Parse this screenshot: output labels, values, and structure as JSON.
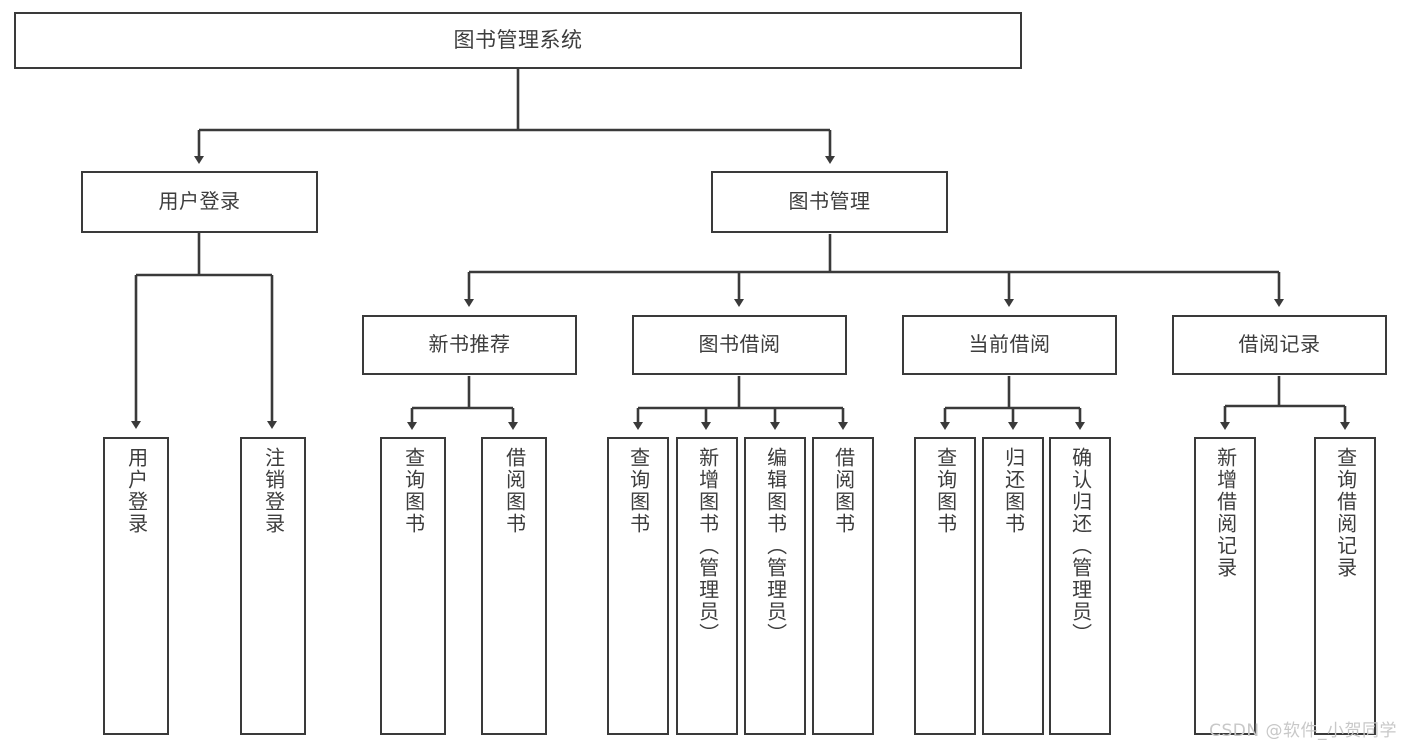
{
  "diagram": {
    "title": "图书管理系统",
    "type": "tree",
    "watermark": "CSDN @软件_小贺同学",
    "colors": {
      "stroke": "#3a3a3a",
      "fill": "#ffffff",
      "text": "#3d3d3d",
      "watermark": "#c8c8c8"
    },
    "root": {
      "label": "图书管理系统"
    },
    "level1": [
      {
        "label": "用户登录"
      },
      {
        "label": "图书管理"
      }
    ],
    "level2": [
      {
        "label": "新书推荐"
      },
      {
        "label": "图书借阅"
      },
      {
        "label": "当前借阅"
      },
      {
        "label": "借阅记录"
      }
    ],
    "leaves": {
      "user_login": [
        {
          "label": "用户登录"
        },
        {
          "label": "注销登录"
        }
      ],
      "new_book_recommend": [
        {
          "label": "查询图书"
        },
        {
          "label": "借阅图书"
        }
      ],
      "book_borrow": [
        {
          "label": "查询图书"
        },
        {
          "label": "新增图书（管理员）"
        },
        {
          "label": "编辑图书（管理员）"
        },
        {
          "label": "借阅图书"
        }
      ],
      "current_borrow": [
        {
          "label": "查询图书"
        },
        {
          "label": "归还图书"
        },
        {
          "label": "确认归还（管理员）"
        }
      ],
      "borrow_record": [
        {
          "label": "新增借阅记录"
        },
        {
          "label": "查询借阅记录"
        }
      ]
    }
  }
}
